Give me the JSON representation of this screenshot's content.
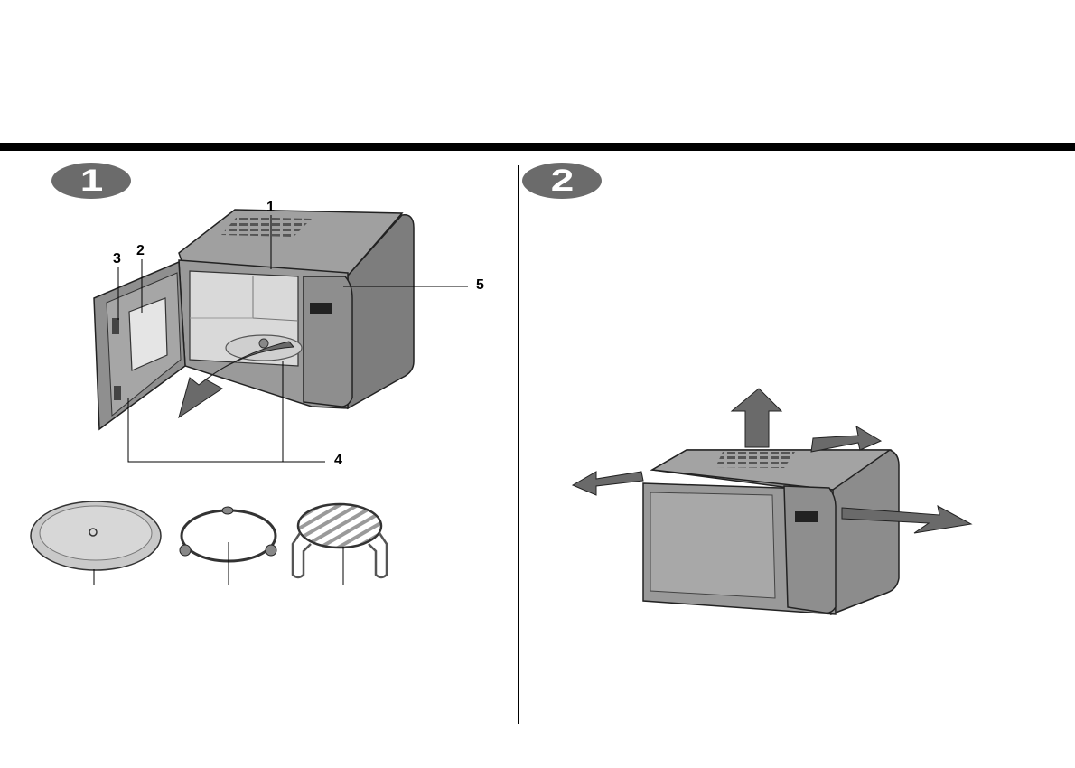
{
  "steps": [
    {
      "number": "1"
    },
    {
      "number": "2"
    }
  ],
  "callouts": {
    "c1": "1",
    "c2": "2",
    "c3": "3",
    "c4": "4",
    "c5": "5"
  },
  "colors": {
    "badge": "#6b6b6b",
    "body_grey": "#8a8a8a",
    "arrow_grey": "#6a6a6a"
  }
}
